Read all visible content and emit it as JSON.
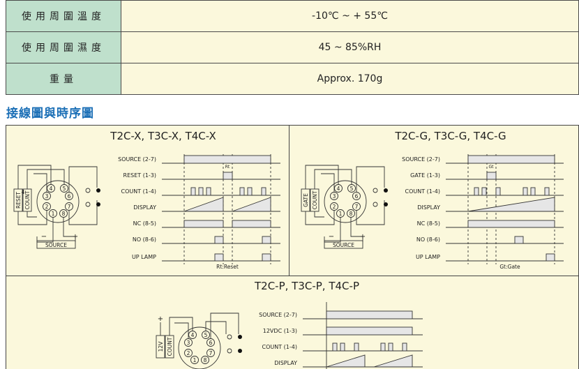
{
  "spec_rows": [
    {
      "label": "使用周圍溫度",
      "value": "-10℃ ~ + 55℃"
    },
    {
      "label": "使用周圍濕度",
      "value": "45 ~ 85%RH"
    },
    {
      "label": "重量",
      "value": "Approx. 170g"
    }
  ],
  "section_heading": "接線圖與時序圖",
  "panels": {
    "x": {
      "title": "T2C-X, T3C-X, T4C-X",
      "signals": [
        "SOURCE (2-7)",
        "RESET (1-3)",
        "COUNT (1-4)",
        "DISPLAY",
        "NC (8-5)",
        "NO (8-6)",
        "UP LAMP"
      ],
      "side_labels": [
        "RESET",
        "COUNT"
      ],
      "source_label": "SOURCE",
      "minus": "−",
      "plus": "+",
      "marker": "Rt",
      "caption": "Rt:Reset"
    },
    "g": {
      "title": "T2C-G, T3C-G, T4C-G",
      "signals": [
        "SOURCE (2-7)",
        "GATE (1-3)",
        "COUNT (1-4)",
        "DISPLAY",
        "NC (8-5)",
        "NO (8-6)",
        "UP LAMP"
      ],
      "side_labels": [
        "GATE",
        "COUNT"
      ],
      "source_label": "SOURCE",
      "minus": "−",
      "plus": "+",
      "marker": "Gt",
      "caption": "Gt:Gate"
    },
    "p": {
      "title": "T2C-P, T3C-P, T4C-P",
      "signals": [
        "SOURCE (2-7)",
        "12VDC (1-3)",
        "COUNT (1-4)",
        "DISPLAY"
      ],
      "side_labels": [
        "12V",
        "COUNT"
      ],
      "plus": "+"
    }
  },
  "pins": [
    "1",
    "2",
    "3",
    "4",
    "5",
    "6",
    "7",
    "8"
  ]
}
